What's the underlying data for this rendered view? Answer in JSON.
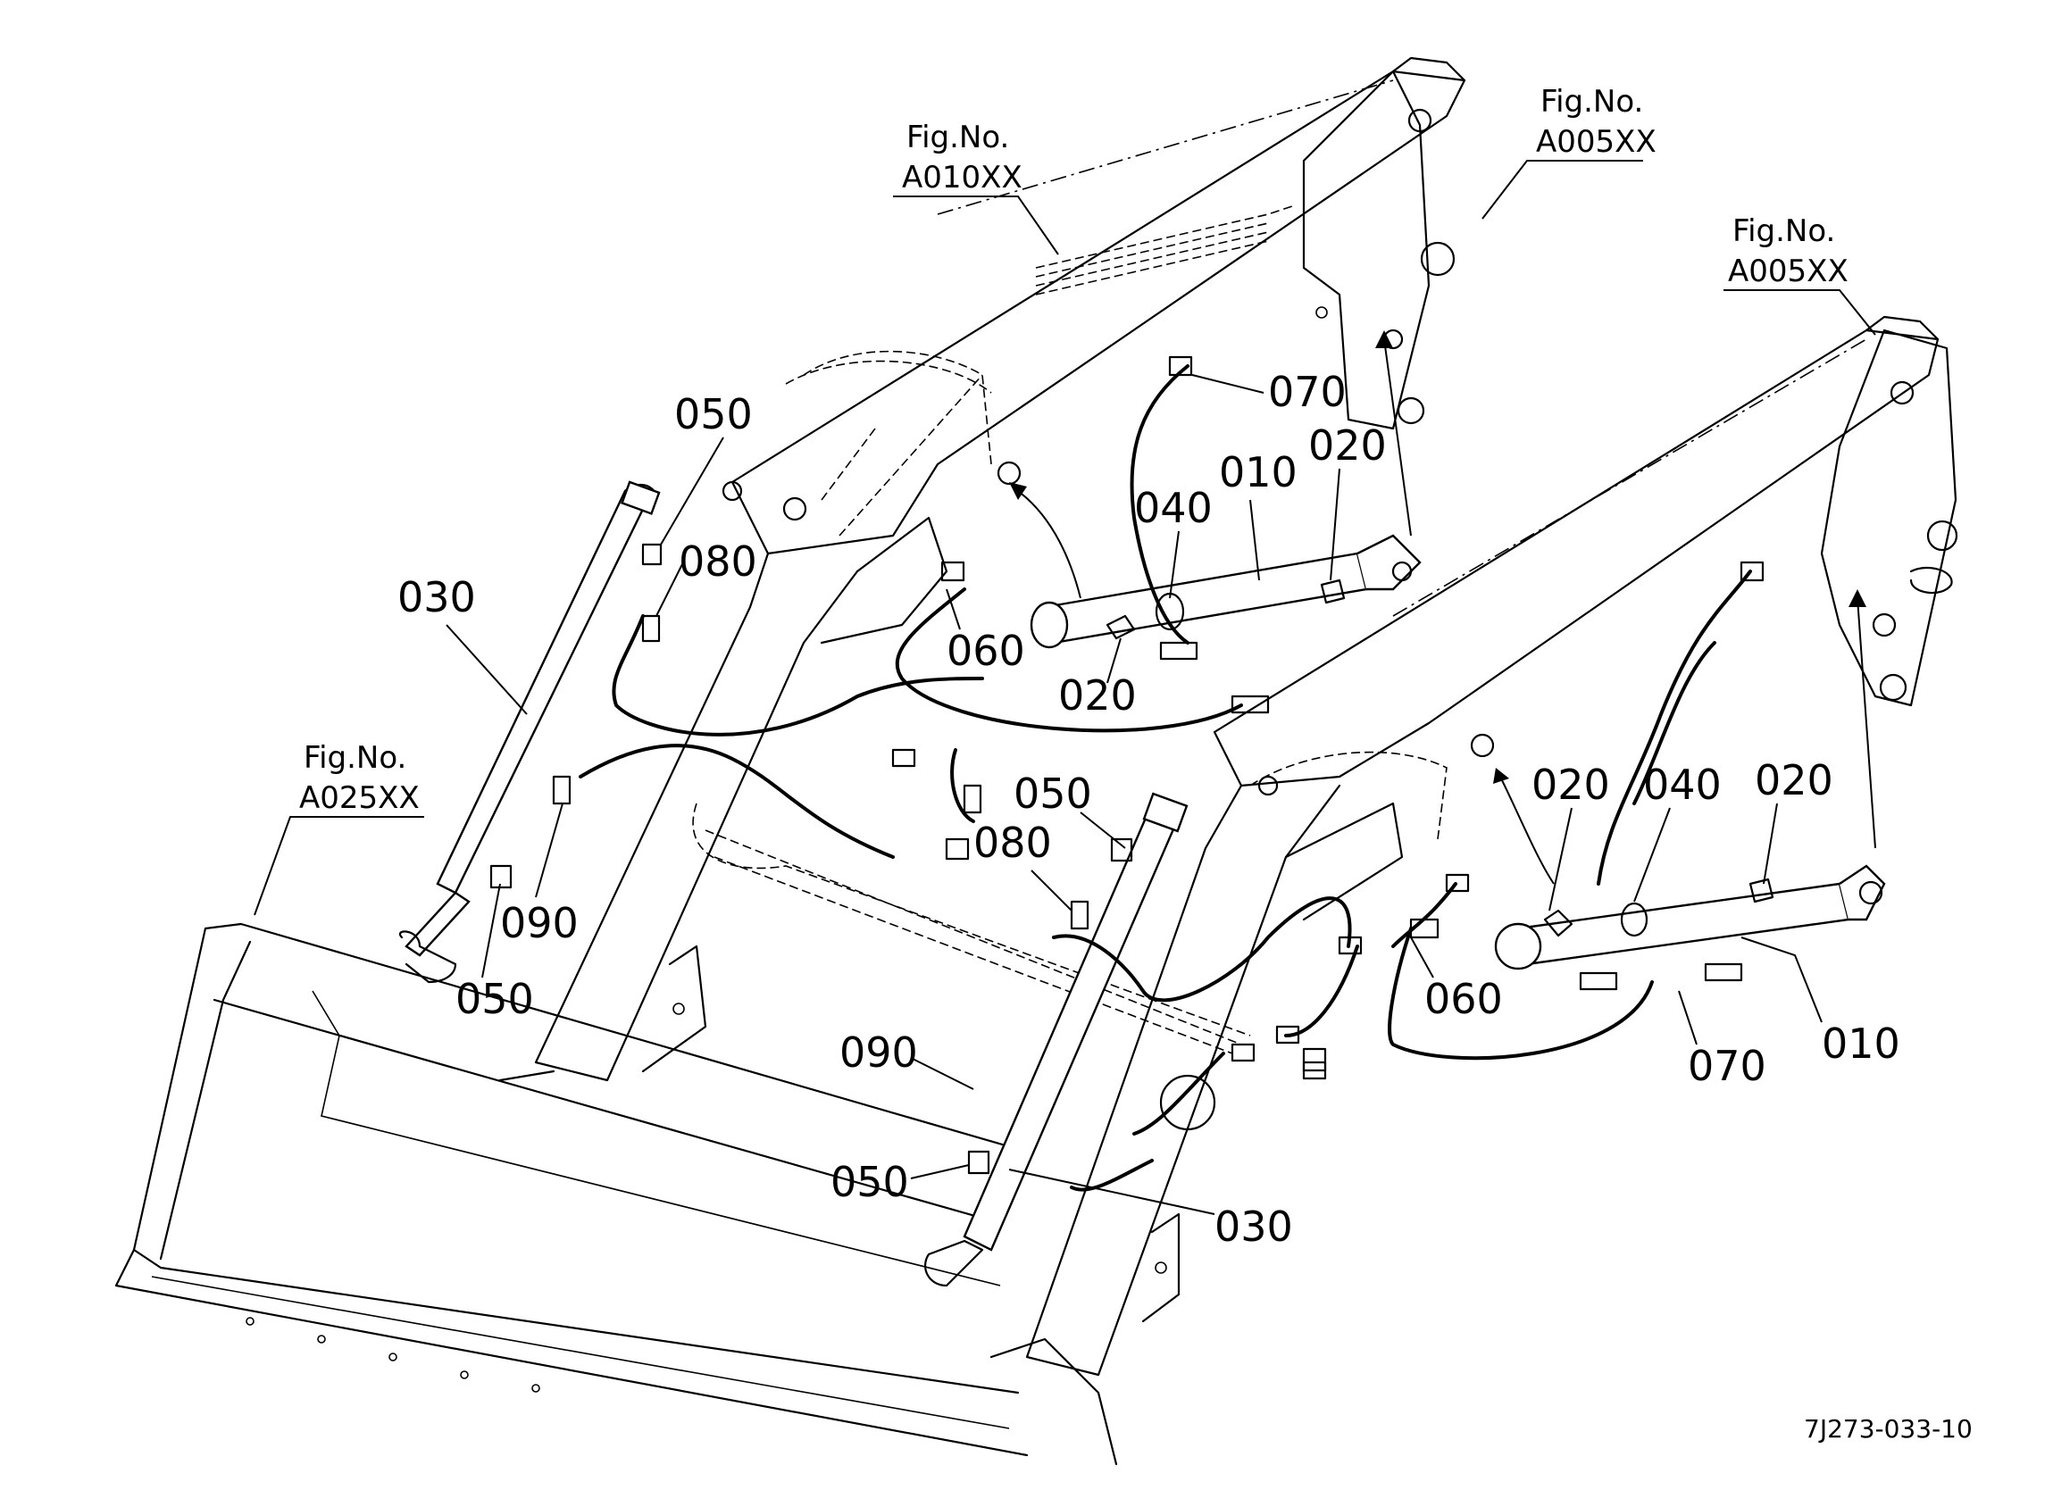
{
  "figure_refs": [
    {
      "line1": "Fig.No.",
      "line2": "A010XX"
    },
    {
      "line1": "Fig.No.",
      "line2": "A005XX"
    },
    {
      "line1": "Fig.No.",
      "line2": "A005XX"
    },
    {
      "line1": "Fig.No.",
      "line2": "A025XX"
    }
  ],
  "callouts": [
    {
      "text": "050"
    },
    {
      "text": "080"
    },
    {
      "text": "030"
    },
    {
      "text": "070"
    },
    {
      "text": "010"
    },
    {
      "text": "020"
    },
    {
      "text": "040"
    },
    {
      "text": "060"
    },
    {
      "text": "020"
    },
    {
      "text": "090"
    },
    {
      "text": "050"
    },
    {
      "text": "050"
    },
    {
      "text": "080"
    },
    {
      "text": "020"
    },
    {
      "text": "040"
    },
    {
      "text": "020"
    },
    {
      "text": "060"
    },
    {
      "text": "070"
    },
    {
      "text": "010"
    },
    {
      "text": "090"
    },
    {
      "text": "050"
    },
    {
      "text": "030"
    }
  ],
  "drawing_code": "7J273-033-10"
}
